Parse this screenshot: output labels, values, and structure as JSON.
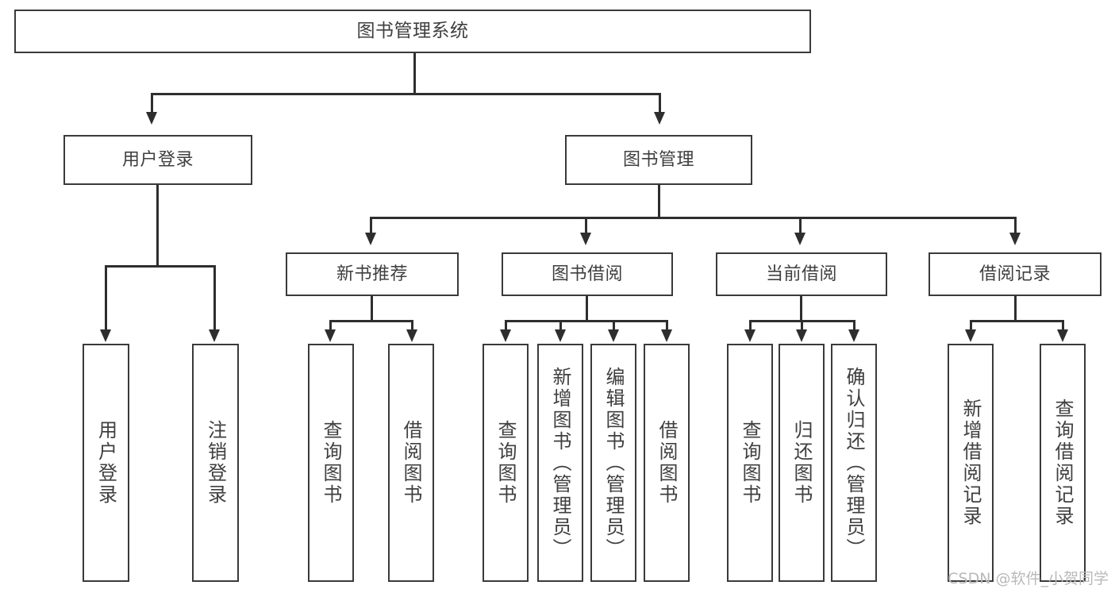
{
  "diagram": {
    "title": "图书管理系统",
    "type": "hierarchy-tree",
    "watermark": "CSDN @软件_小贺同学",
    "colors": {
      "box_border": "#3a3a3a",
      "connector": "#2e2e2e",
      "text": "#3f3f3f",
      "background": "#ffffff",
      "watermark": "#b9b9b9"
    },
    "root": {
      "label": "图书管理系统"
    },
    "level1": [
      {
        "label": "用户登录"
      },
      {
        "label": "图书管理"
      }
    ],
    "level2": [
      {
        "label": "新书推荐"
      },
      {
        "label": "图书借阅"
      },
      {
        "label": "当前借阅"
      },
      {
        "label": "借阅记录"
      }
    ],
    "leaves": {
      "user_login": [
        {
          "label": "用户登录"
        },
        {
          "label": "注销登录"
        }
      ],
      "new_book_recommend": [
        {
          "label": "查询图书"
        },
        {
          "label": "借阅图书"
        }
      ],
      "book_borrow": [
        {
          "label": "查询图书"
        },
        {
          "label": "新增图书（管理员）"
        },
        {
          "label": "编辑图书（管理员）"
        },
        {
          "label": "借阅图书"
        }
      ],
      "current_borrow": [
        {
          "label": "查询图书"
        },
        {
          "label": "归还图书"
        },
        {
          "label": "确认归还（管理员）"
        }
      ],
      "borrow_record": [
        {
          "label": "新增借阅记录"
        },
        {
          "label": "查询借阅记录"
        }
      ]
    }
  }
}
